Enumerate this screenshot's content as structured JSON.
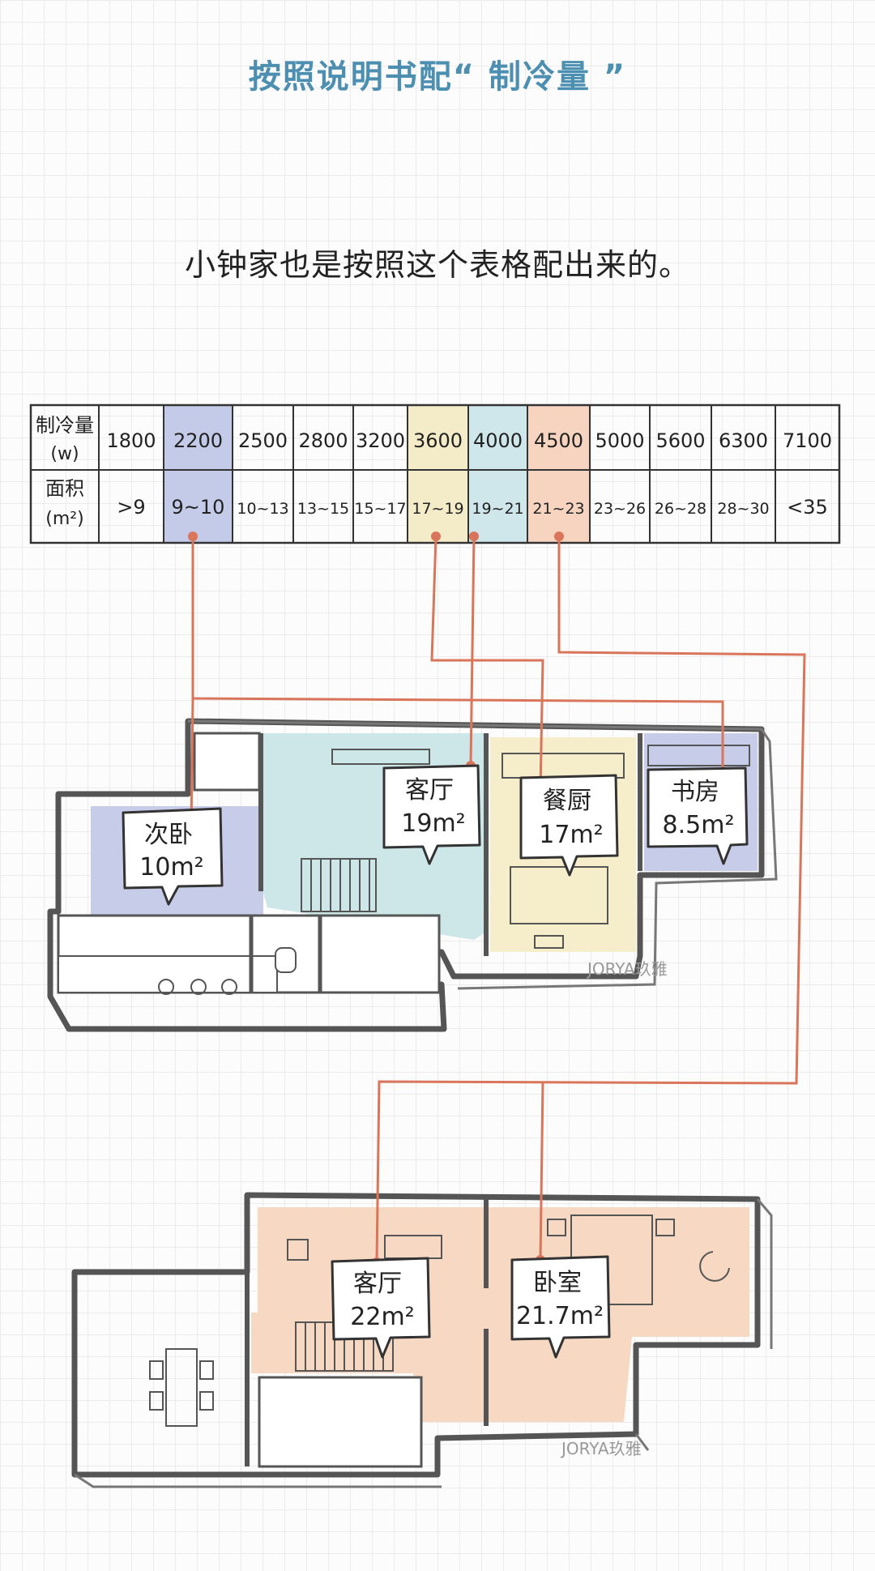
{
  "title": "按照说明书配“ 制冷量 ”",
  "subtitle": "小钟家也是按照这个表格配出来的。",
  "table": {
    "header_top": [
      "制冷量",
      "(w)"
    ],
    "header_bottom": [
      "面积",
      "(m²)"
    ],
    "cooling": [
      "1800",
      "2200",
      "2500",
      "2800",
      "3200",
      "3600",
      "4000",
      "4500",
      "5000",
      "5600",
      "6300",
      "7100"
    ],
    "area": [
      ">9",
      "9~10",
      "10~13",
      "13~15",
      "15~17",
      "17~19",
      "19~21",
      "21~23",
      "23~26",
      "26~28",
      "28~30",
      "<35"
    ],
    "highlight_colors": {
      "1": "#c4cbe8",
      "5": "#f4ecc8",
      "6": "#cfe6ea",
      "7": "#f6d4bf"
    }
  },
  "colors": {
    "line": "#d9755a",
    "blue_room": "#c7cde8",
    "teal_room": "#cde6e8",
    "yellow_room": "#f6eecb",
    "peach_room": "#f7d8c2",
    "wall": "#555555"
  },
  "floor1": {
    "rooms": [
      {
        "name": "次卧",
        "area": "10m²"
      },
      {
        "name": "客厅",
        "area": "19m²"
      },
      {
        "name": "餐厨",
        "area": "17m²"
      },
      {
        "name": "书房",
        "area": "8.5m²"
      }
    ],
    "watermark": "JORYA玖雅"
  },
  "floor2": {
    "rooms": [
      {
        "name": "客厅",
        "area": "22m²"
      },
      {
        "name": "卧室",
        "area": "21.7m²"
      }
    ],
    "watermark": "JORYA玖雅"
  }
}
